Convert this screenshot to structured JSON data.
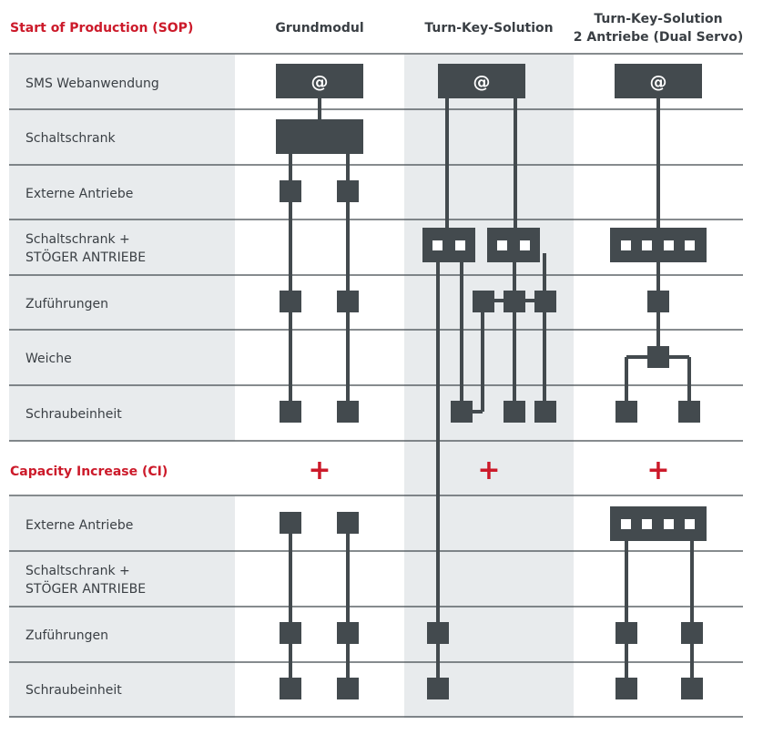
{
  "header": {
    "sop_title": "Start of Production (SOP)",
    "columns": [
      "Grundmodul",
      "Turn-Key-Solution",
      "Turn-Key-Solution",
      "2 Antriebe (Dual Servo)"
    ]
  },
  "sop_rows": [
    "SMS Webanwendung",
    "Schaltschrank",
    "Externe Antriebe",
    "Schaltschrank +",
    "STÖGER ANTRIEBE",
    "Zuführungen",
    "Weiche",
    "Schraubeinheit"
  ],
  "ci": {
    "title": "Capacity Increase (CI)",
    "plus_symbol": "+"
  },
  "ci_rows": [
    "Externe Antriebe",
    "Schaltschrank +",
    "STÖGER ANTRIEBE",
    "Zuführungen",
    "Schraubeinheit"
  ],
  "web_symbol": "@",
  "colors": {
    "accent": "#cc1a2a",
    "module": "#434a4e",
    "shade": "#e8ebed",
    "text": "#3a3f44"
  }
}
